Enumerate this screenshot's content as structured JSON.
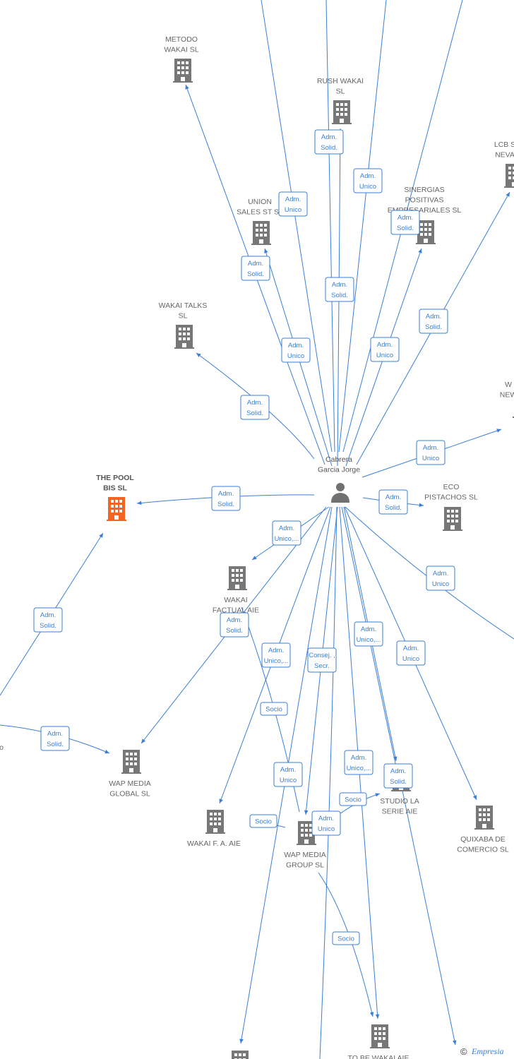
{
  "center": {
    "id": "cabrera",
    "label": [
      "Cabrera",
      "Garcia Jorge"
    ],
    "icon": "person-icon"
  },
  "nodes": [
    {
      "id": "metodo",
      "label": [
        "METODO",
        "WAKAI  SL"
      ],
      "color": "#777777",
      "icon": "building-icon"
    },
    {
      "id": "rush",
      "label": [
        "RUSH WAKAI",
        "SL"
      ],
      "color": "#777777",
      "icon": "building-icon"
    },
    {
      "id": "lcb",
      "label": [
        "LCB S",
        "NEVA"
      ],
      "color": "#777777",
      "icon": "building-icon"
    },
    {
      "id": "union",
      "label": [
        "UNION",
        "SALES ST SL"
      ],
      "color": "#777777",
      "icon": "building-icon"
    },
    {
      "id": "sinergias",
      "label": [
        "SINERGIAS",
        "POSITIVAS",
        "EMPRESARIALES SL"
      ],
      "color": "#777777",
      "icon": "building-icon"
    },
    {
      "id": "wakaitalks",
      "label": [
        "WAKAI TALKS",
        "SL"
      ],
      "color": "#777777",
      "icon": "building-icon"
    },
    {
      "id": "wnew",
      "label": [
        "W",
        "NEW"
      ],
      "color": "#777777",
      "icon": "building-icon"
    },
    {
      "id": "pool",
      "label": [
        "THE POOL",
        "BIS  SL"
      ],
      "color": "#f26522",
      "icon": "building-icon"
    },
    {
      "id": "eco",
      "label": [
        "ECO",
        "PISTACHOS  SL"
      ],
      "color": "#777777",
      "icon": "building-icon"
    },
    {
      "id": "factual",
      "label": [
        "WAKAI",
        "FACTUAL AIE"
      ],
      "color": "#777777",
      "icon": "building-icon"
    },
    {
      "id": "wapglobal",
      "label": [
        "WAP MEDIA",
        "GLOBAL  SL"
      ],
      "color": "#777777",
      "icon": "building-icon"
    },
    {
      "id": "fa",
      "label": [
        "WAKAI F.  A. AIE"
      ],
      "color": "#777777",
      "icon": "building-icon"
    },
    {
      "id": "wapgroup",
      "label": [
        "WAP MEDIA",
        "GROUP  SL"
      ],
      "color": "#777777",
      "icon": "building-icon"
    },
    {
      "id": "studio",
      "label": [
        "STUDIO LA",
        "SERIE AIE"
      ],
      "color": "#777777",
      "icon": "building-icon"
    },
    {
      "id": "quixaba",
      "label": [
        "QUIXABA DE",
        "COMERCIO SL"
      ],
      "color": "#777777",
      "icon": "building-icon"
    },
    {
      "id": "tobe",
      "label": [
        "TO BE WAKAI AIE"
      ],
      "color": "#777777",
      "icon": "building-icon"
    },
    {
      "id": "bottom",
      "label": [],
      "color": "#777777",
      "icon": "building-icon"
    },
    {
      "id": "leftcut",
      "label": [
        "o"
      ],
      "color": "#777777",
      "icon": ""
    }
  ],
  "badges": [
    {
      "id": "b1",
      "lines": [
        "Adm.",
        "Unico"
      ]
    },
    {
      "id": "b2",
      "lines": [
        "Adm.",
        "Solid."
      ]
    },
    {
      "id": "b3",
      "lines": [
        "Adm.",
        "Unico"
      ]
    },
    {
      "id": "b4",
      "lines": [
        "Adm.",
        "Solid."
      ]
    },
    {
      "id": "b5",
      "lines": [
        "Adm.",
        "Solid."
      ]
    },
    {
      "id": "b6",
      "lines": [
        "Adm.",
        "Solid."
      ]
    },
    {
      "id": "b7",
      "lines": [
        "Adm.",
        "Solid."
      ]
    },
    {
      "id": "b8",
      "lines": [
        "Adm.",
        "Unico"
      ]
    },
    {
      "id": "b9",
      "lines": [
        "Adm.",
        "Unico"
      ]
    },
    {
      "id": "b10",
      "lines": [
        "Adm.",
        "Solid."
      ]
    },
    {
      "id": "b11",
      "lines": [
        "Adm.",
        "Unico"
      ]
    },
    {
      "id": "b12",
      "lines": [
        "Adm.",
        "Solid."
      ]
    },
    {
      "id": "b13",
      "lines": [
        "Adm.",
        "Solid."
      ]
    },
    {
      "id": "b14",
      "lines": [
        "Adm.",
        "Unico,..."
      ]
    },
    {
      "id": "b15",
      "lines": [
        "Adm.",
        "Unico"
      ]
    },
    {
      "id": "b16",
      "lines": [
        "Adm.",
        "Solid."
      ]
    },
    {
      "id": "b17",
      "lines": [
        "Adm.",
        "Solid."
      ]
    },
    {
      "id": "b18",
      "lines": [
        "Adm.",
        "Solid."
      ]
    },
    {
      "id": "b19",
      "lines": [
        "Adm.",
        "Unico,..."
      ]
    },
    {
      "id": "b20",
      "lines": [
        "Consej. ,",
        "Secr."
      ]
    },
    {
      "id": "b21",
      "lines": [
        "Adm.",
        "Unico,..."
      ]
    },
    {
      "id": "b22",
      "lines": [
        "Adm.",
        "Unico"
      ]
    },
    {
      "id": "b23",
      "lines": [
        "Socio"
      ]
    },
    {
      "id": "b24",
      "lines": [
        "Adm.",
        "Unico"
      ]
    },
    {
      "id": "b25",
      "lines": [
        "Adm.",
        "Unico,..."
      ]
    },
    {
      "id": "b26",
      "lines": [
        "Adm.",
        "Solid."
      ]
    },
    {
      "id": "b27",
      "lines": [
        "Socio"
      ]
    },
    {
      "id": "b28",
      "lines": [
        "Socio"
      ]
    },
    {
      "id": "b29",
      "lines": [
        "Adm.",
        "Unico"
      ]
    },
    {
      "id": "b30",
      "lines": [
        "Socio"
      ]
    },
    {
      "id": "b31",
      "lines": [
        "Adm.",
        "Solid."
      ]
    }
  ],
  "footer": {
    "copyright": "©",
    "brand": "Empresia"
  }
}
